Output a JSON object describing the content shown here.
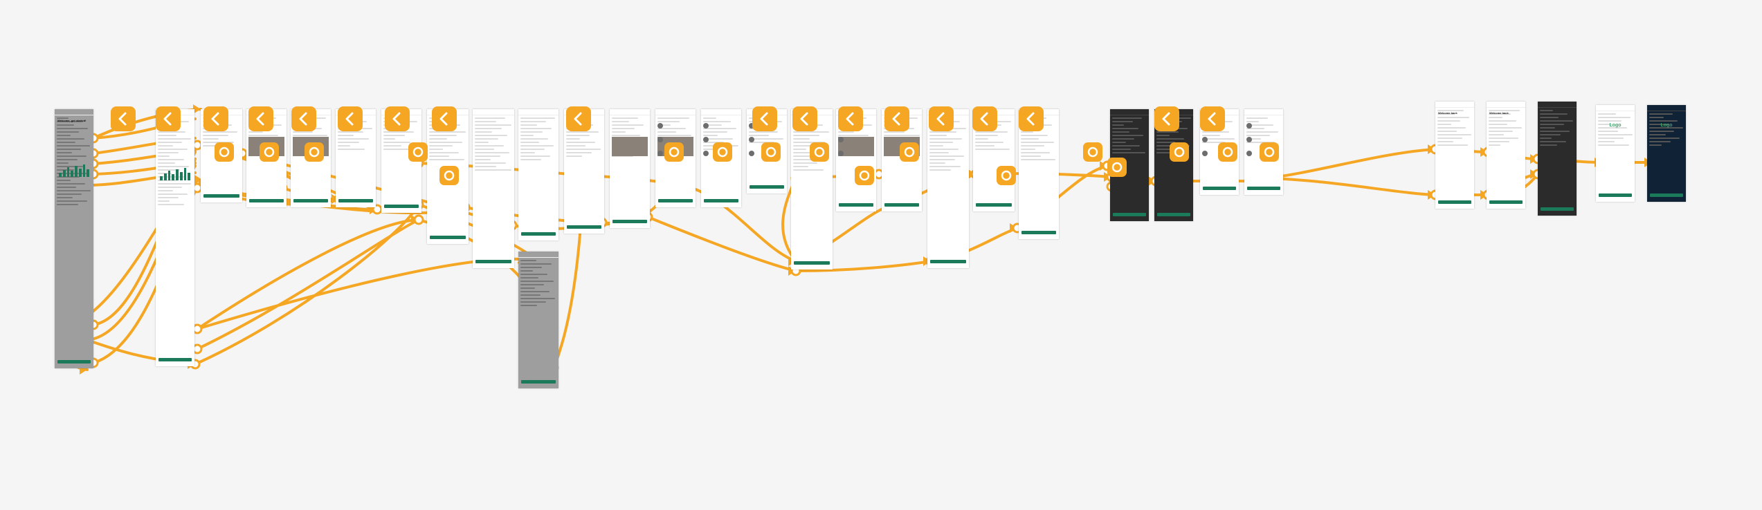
{
  "canvas": {
    "background": "#f5f5f5",
    "wire_color": "#f5a623",
    "accent": "#1b7a5a"
  },
  "screens": [
    {
      "theme": "gray",
      "title": "Welcome, get started!"
    },
    {
      "theme": "light",
      "title": ""
    },
    {
      "theme": "light",
      "title": ""
    },
    {
      "theme": "light",
      "title": ""
    },
    {
      "theme": "light",
      "title": ""
    },
    {
      "theme": "light",
      "title": ""
    },
    {
      "theme": "light",
      "title": ""
    },
    {
      "theme": "light",
      "title": ""
    },
    {
      "theme": "light",
      "title": ""
    },
    {
      "theme": "light",
      "title": ""
    },
    {
      "theme": "gray",
      "title": ""
    },
    {
      "theme": "light",
      "title": ""
    },
    {
      "theme": "light",
      "title": ""
    },
    {
      "theme": "light",
      "title": ""
    },
    {
      "theme": "light",
      "title": ""
    },
    {
      "theme": "light",
      "title": ""
    },
    {
      "theme": "light",
      "title": ""
    },
    {
      "theme": "light",
      "title": ""
    },
    {
      "theme": "light",
      "title": ""
    },
    {
      "theme": "light",
      "title": ""
    },
    {
      "theme": "light",
      "title": ""
    },
    {
      "theme": "light",
      "title": ""
    },
    {
      "theme": "dark",
      "title": ""
    },
    {
      "theme": "dark",
      "title": ""
    },
    {
      "theme": "light",
      "title": ""
    },
    {
      "theme": "light",
      "title": ""
    },
    {
      "theme": "light",
      "title": "Welcome back"
    },
    {
      "theme": "light",
      "title": "Welcome back"
    },
    {
      "theme": "dark",
      "title": ""
    },
    {
      "theme": "light",
      "title": "Logo"
    },
    {
      "theme": "navy",
      "title": "Logo"
    }
  ],
  "icons": {
    "back": "chevron-left-icon",
    "hotspot": "expand-icon",
    "connector": "flow-connector-icon"
  }
}
